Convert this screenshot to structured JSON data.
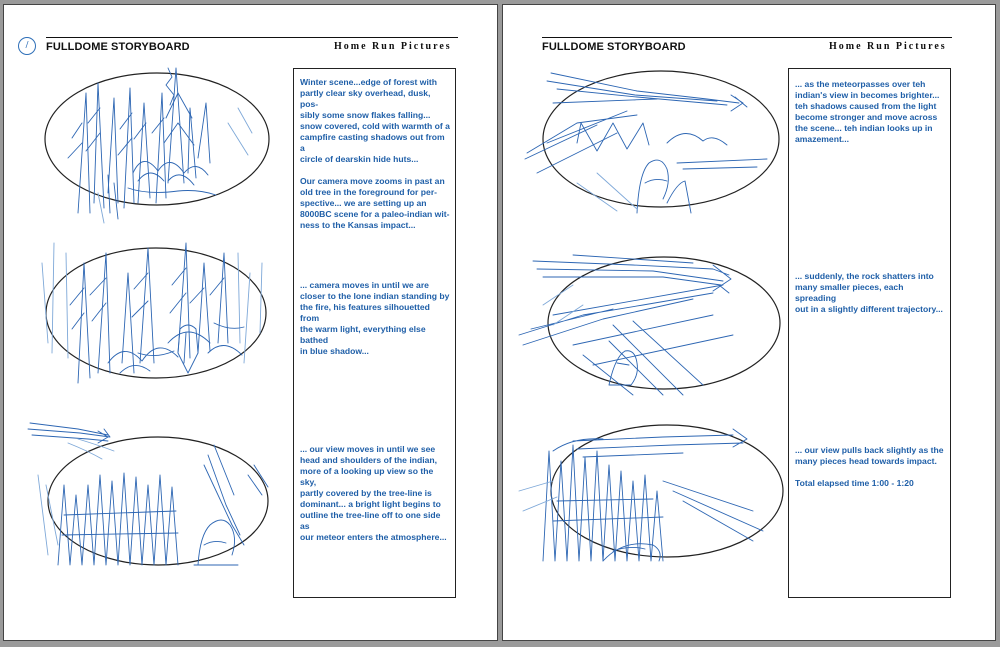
{
  "pages": [
    {
      "title": "FULLDOME STORYBOARD",
      "company": "Home Run Pictures",
      "logo": "/",
      "panels": [
        "Winter scene...edge of forest with\npartly clear sky overhead, dusk, pos-\nsibly some snow flakes falling...\nsnow covered, cold with warmth of a\ncampfire casting shadows out from a\ncircle of dearskin hide huts...\n\nOur camera move zooms in past an\nold tree in the foreground for per-\nspective... we are setting up an\n8000BC scene for a paleo-indian wit-\nness to the Kansas impact...",
        "... camera moves in until we are\ncloser to the lone indian standing by\nthe fire, his features silhouetted from\nthe warm light, everything else bathed\nin blue shadow...",
        "... our view moves in until we see\nhead and shoulders of the indian,\nmore of a looking up view so the sky,\npartly covered by the tree-line is\ndominant... a bright light begins to\noutline the tree-line off to one side as\nour meteor enters the atmosphere..."
      ]
    },
    {
      "title": "FULLDOME STORYBOARD",
      "company": "Home Run Pictures",
      "panels": [
        "... as the meteorpasses over teh\nindian's view in becomes brighter...\nteh shadows caused from the light\nbecome stronger and move across\nthe scene... teh indian looks up in\namazement...",
        "... suddenly, the rock shatters into\nmany smaller pieces, each spreading\nout in a slightly different trajectory...",
        "... our view pulls back slightly as the\nmany pieces head towards impact.\n\nTotal elapsed time 1:00 - 1:20"
      ]
    }
  ]
}
